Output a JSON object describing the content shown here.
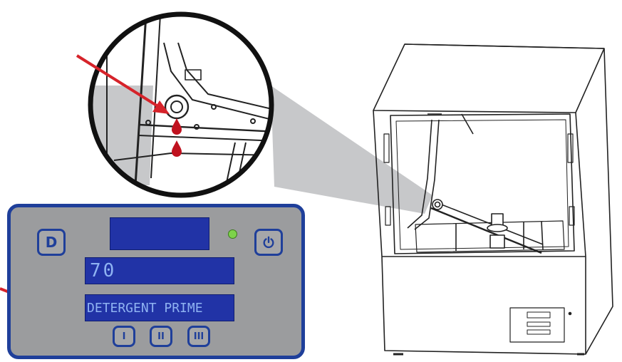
{
  "panel": {
    "detergent_button_label": "D",
    "lcd_value": "70",
    "lcd_message": "DETERGENT PRIME",
    "program_buttons": [
      "I",
      "II",
      "III"
    ]
  },
  "colors": {
    "panel_border": "#1f3f9a",
    "panel_face": "#9b9c9e",
    "lcd_background": "#2133a6",
    "lcd_text": "#8fb3f2",
    "status_led": "#7dd24a",
    "arrow": "#d6232a",
    "drop": "#c0121f"
  },
  "icons": [
    "power-icon",
    "red-arrow-icon",
    "drop-icon"
  ]
}
